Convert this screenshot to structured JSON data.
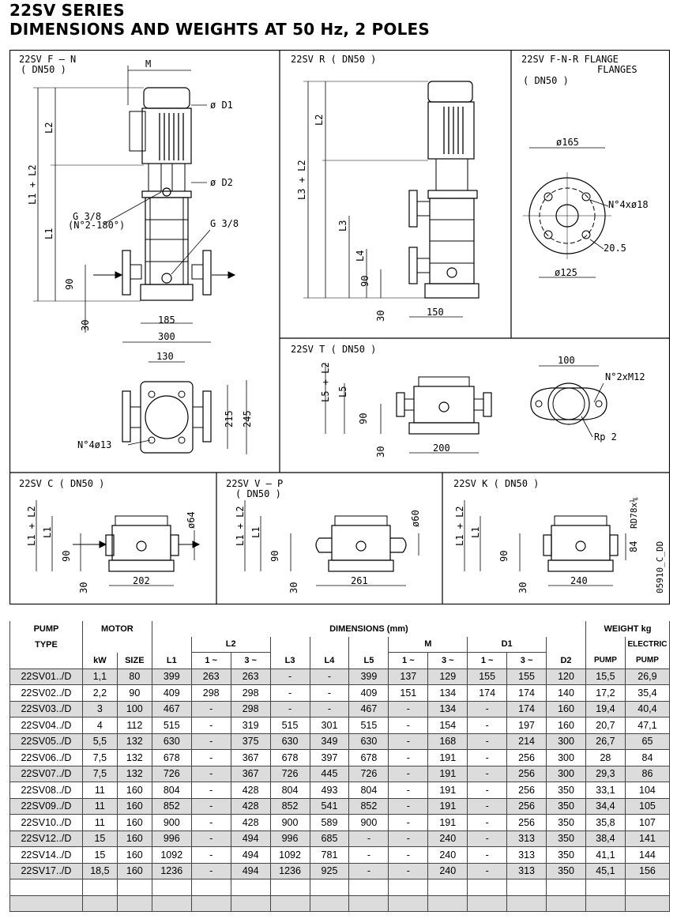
{
  "header": {
    "series": "22SV SERIES",
    "subtitle": "DIMENSIONS AND WEIGHTS AT 50 Hz, 2 POLES"
  },
  "drawings": {
    "fn": {
      "title_1": "22SV F – N",
      "title_2": "( DN50 )",
      "M": "M",
      "D1": "ø D1",
      "D2": "ø D2",
      "L2": "L2",
      "L1L2": "L1 + L2",
      "L1": "L1",
      "g38a": "G 3/8",
      "g38a_note": "(N°2-180°)",
      "g38b": "G 3/8",
      "d90": "90",
      "d30": "30",
      "d185": "185",
      "d300": "300",
      "d130": "130",
      "d215": "215",
      "d245": "245",
      "holes": "N°4ø13"
    },
    "r": {
      "title": "22SV R ( DN50 )",
      "L2": "L2",
      "L3L2": "L3 + L2",
      "L3": "L3",
      "L4": "L4",
      "d90": "90",
      "d30": "30",
      "d150": "150"
    },
    "flange": {
      "title_1": "22SV F-N-R FLANGE",
      "title_2": "FLANGES",
      "title_3": "( DN50 )",
      "d165": "ø165",
      "holes": "N°4xø18",
      "d205": "20.5",
      "d125": "ø125"
    },
    "t": {
      "title": "22SV T ( DN50 )",
      "L5L2": "L5 + L2",
      "L5": "L5",
      "d90": "90",
      "d30": "30",
      "d200": "200",
      "d100": "100",
      "thread": "N°2xM12",
      "rp": "Rp 2"
    },
    "c": {
      "title": "22SV C ( DN50 )",
      "L1L2": "L1 + L2",
      "L1": "L1",
      "d90": "90",
      "d30": "30",
      "d202": "202",
      "d64": "ø64"
    },
    "vp": {
      "title_1": "22SV V – P",
      "title_2": "( DN50 )",
      "L1L2": "L1 + L2",
      "L1": "L1",
      "d90": "90",
      "d30": "30",
      "d261": "261",
      "d60": "ø60"
    },
    "k": {
      "title": "22SV K ( DN50 )",
      "L1L2": "L1 + L2",
      "L1": "L1",
      "d90": "90",
      "d30": "30",
      "d240": "240",
      "d84": "84",
      "rd": "RD78x⅙",
      "code": "05910_C_DD"
    }
  },
  "table": {
    "headers": {
      "pump": "PUMP",
      "type": "TYPE",
      "motor": "MOTOR",
      "kw": "kW",
      "size": "SIZE",
      "dimensions": "DIMENSIONS (mm)",
      "weight": "WEIGHT  kg",
      "electric": "ELECTRIC",
      "pump_w": "PUMP",
      "pump_w2": "PUMP",
      "L1": "L1",
      "L2": "L2",
      "L2_1": "1 ~",
      "L2_3": "3 ~",
      "L3": "L3",
      "L4": "L4",
      "L5": "L5",
      "M": "M",
      "M_1": "1 ~",
      "M_3": "3 ~",
      "D1": "D1",
      "D1_1": "1 ~",
      "D1_3": "3 ~",
      "D2": "D2"
    },
    "rows": [
      [
        "22SV01../D",
        "1,1",
        "80",
        "399",
        "263",
        "263",
        "-",
        "-",
        "399",
        "137",
        "129",
        "155",
        "155",
        "120",
        "15,5",
        "26,9"
      ],
      [
        "22SV02../D",
        "2,2",
        "90",
        "409",
        "298",
        "298",
        "-",
        "-",
        "409",
        "151",
        "134",
        "174",
        "174",
        "140",
        "17,2",
        "35,4"
      ],
      [
        "22SV03../D",
        "3",
        "100",
        "467",
        "-",
        "298",
        "-",
        "-",
        "467",
        "-",
        "134",
        "-",
        "174",
        "160",
        "19,4",
        "40,4"
      ],
      [
        "22SV04../D",
        "4",
        "112",
        "515",
        "-",
        "319",
        "515",
        "301",
        "515",
        "-",
        "154",
        "-",
        "197",
        "160",
        "20,7",
        "47,1"
      ],
      [
        "22SV05../D",
        "5,5",
        "132",
        "630",
        "-",
        "375",
        "630",
        "349",
        "630",
        "-",
        "168",
        "-",
        "214",
        "300",
        "26,7",
        "65"
      ],
      [
        "22SV06../D",
        "7,5",
        "132",
        "678",
        "-",
        "367",
        "678",
        "397",
        "678",
        "-",
        "191",
        "-",
        "256",
        "300",
        "28",
        "84"
      ],
      [
        "22SV07../D",
        "7,5",
        "132",
        "726",
        "-",
        "367",
        "726",
        "445",
        "726",
        "-",
        "191",
        "-",
        "256",
        "300",
        "29,3",
        "86"
      ],
      [
        "22SV08../D",
        "11",
        "160",
        "804",
        "-",
        "428",
        "804",
        "493",
        "804",
        "-",
        "191",
        "-",
        "256",
        "350",
        "33,1",
        "104"
      ],
      [
        "22SV09../D",
        "11",
        "160",
        "852",
        "-",
        "428",
        "852",
        "541",
        "852",
        "-",
        "191",
        "-",
        "256",
        "350",
        "34,4",
        "105"
      ],
      [
        "22SV10../D",
        "11",
        "160",
        "900",
        "-",
        "428",
        "900",
        "589",
        "900",
        "-",
        "191",
        "-",
        "256",
        "350",
        "35,8",
        "107"
      ],
      [
        "22SV12../D",
        "15",
        "160",
        "996",
        "-",
        "494",
        "996",
        "685",
        "-",
        "-",
        "240",
        "-",
        "313",
        "350",
        "38,4",
        "141"
      ],
      [
        "22SV14../D",
        "15",
        "160",
        "1092",
        "-",
        "494",
        "1092",
        "781",
        "-",
        "-",
        "240",
        "-",
        "313",
        "350",
        "41,1",
        "144"
      ],
      [
        "22SV17../D",
        "18,5",
        "160",
        "1236",
        "-",
        "494",
        "1236",
        "925",
        "-",
        "-",
        "240",
        "-",
        "313",
        "350",
        "45,1",
        "156"
      ]
    ],
    "gray_rows": [
      0,
      2,
      4,
      6,
      8,
      10,
      12
    ]
  }
}
